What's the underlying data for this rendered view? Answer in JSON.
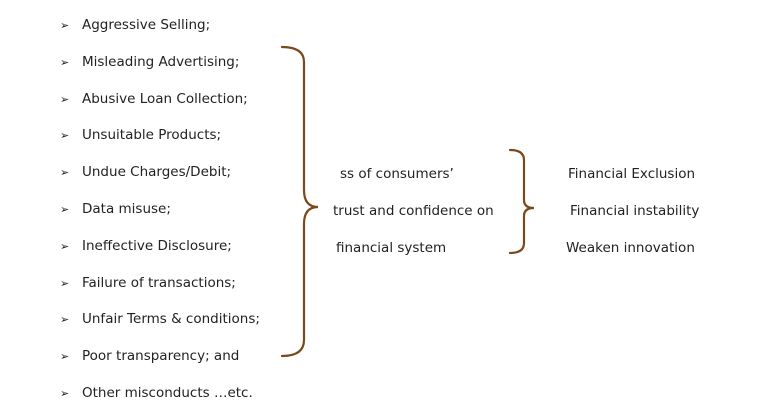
{
  "bullet_glyph": "➢",
  "risks": [
    "Aggressive Selling;",
    "Misleading Advertising;",
    "Abusive Loan Collection;",
    "Unsuitable Products;",
    "Undue Charges/Debit;",
    "Data misuse;",
    "Ineffective Disclosure;",
    "Failure of  transactions;",
    "Unfair Terms & conditions;",
    "Poor transparency; and",
    "Other misconducts …etc."
  ],
  "middle_text": {
    "line1": "ss of consumers’",
    "line2": "trust and confidence on",
    "line3": "financial system"
  },
  "outcomes": [
    "Financial Exclusion",
    "Financial instability",
    "Weaken innovation"
  ],
  "colors": {
    "brace": "#7a4a1c",
    "text": "#222222"
  }
}
